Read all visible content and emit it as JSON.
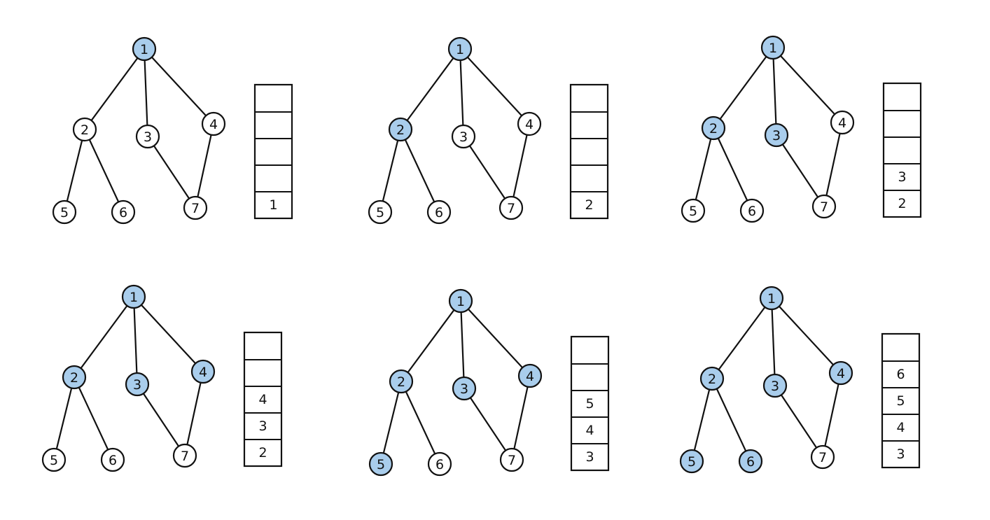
{
  "highlight_color": "#a9cdec",
  "panels": [
    {
      "visited": [
        "1"
      ],
      "queue": [
        "1"
      ]
    },
    {
      "visited": [
        "1",
        "2"
      ],
      "queue": [
        "2"
      ]
    },
    {
      "visited": [
        "1",
        "2",
        "3"
      ],
      "queue": [
        "2",
        "3"
      ]
    },
    {
      "visited": [
        "1",
        "2",
        "3",
        "4"
      ],
      "queue": [
        "2",
        "3",
        "4"
      ]
    },
    {
      "visited": [
        "1",
        "2",
        "3",
        "4",
        "5"
      ],
      "queue": [
        "3",
        "4",
        "5"
      ]
    },
    {
      "visited": [
        "1",
        "2",
        "3",
        "4",
        "5",
        "6"
      ],
      "queue": [
        "3",
        "4",
        "5",
        "6"
      ]
    }
  ],
  "graph": {
    "nodes": [
      "1",
      "2",
      "3",
      "4",
      "5",
      "6",
      "7"
    ],
    "edges": [
      [
        "1",
        "2"
      ],
      [
        "1",
        "3"
      ],
      [
        "1",
        "4"
      ],
      [
        "2",
        "5"
      ],
      [
        "2",
        "6"
      ],
      [
        "3",
        "7"
      ],
      [
        "4",
        "7"
      ]
    ]
  }
}
